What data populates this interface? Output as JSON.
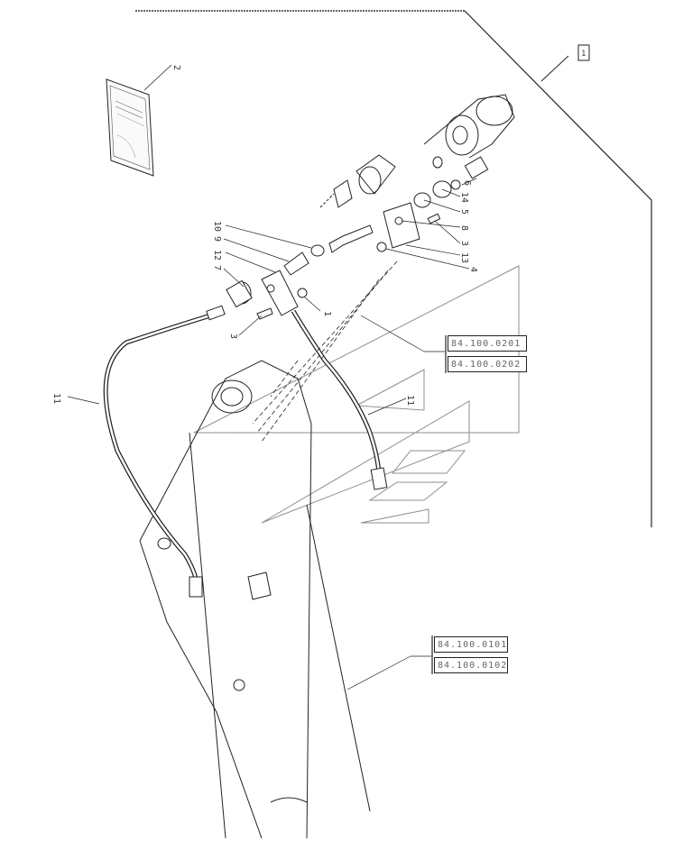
{
  "callouts": {
    "c2": "2",
    "c10": "10",
    "c9": "9",
    "c12": "12",
    "c7": "7",
    "c3a": "3",
    "c1": "1",
    "c6": "6",
    "c14": "14",
    "c5": "5",
    "c8": "8",
    "c3b": "3",
    "c13": "13",
    "c4": "4",
    "c11a": "11",
    "c11b": "11"
  },
  "refs": {
    "upper1": "84.100.0201",
    "upper2": "84.100.0202",
    "lower1": "84.100.0101",
    "lower2": "84.100.0102"
  },
  "frame_marker": "1"
}
